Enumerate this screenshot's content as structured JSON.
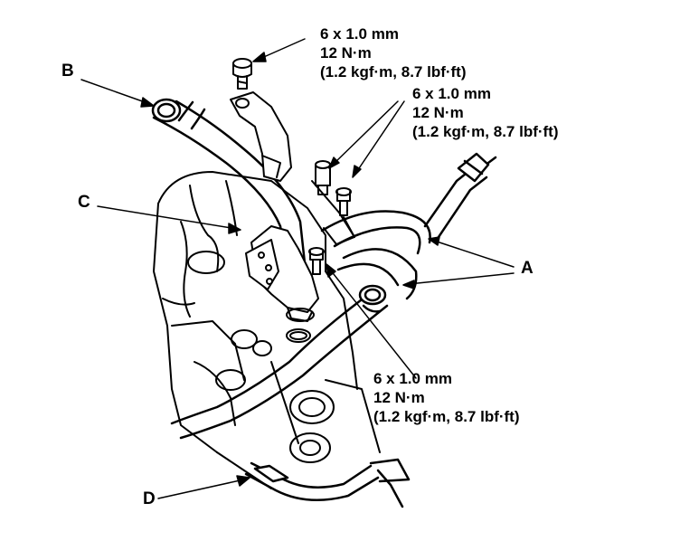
{
  "diagram": {
    "specs": [
      {
        "size": "6 x 1.0 mm",
        "torque": "12 N·m",
        "alt": "(1.2 kgf·m, 8.7 lbf·ft)"
      },
      {
        "size": "6 x 1.0 mm",
        "torque": "12 N·m",
        "alt": "(1.2 kgf·m, 8.7 lbf·ft)"
      },
      {
        "size": "6 x 1.0 mm",
        "torque": "12 N·m",
        "alt": "(1.2 kgf·m, 8.7 lbf·ft)"
      }
    ],
    "callouts": {
      "a": "A",
      "b": "B",
      "c": "C",
      "d": "D"
    },
    "colors": {
      "ink": "#000000",
      "paper": "#ffffff",
      "shade": "#d9d9d9"
    }
  }
}
